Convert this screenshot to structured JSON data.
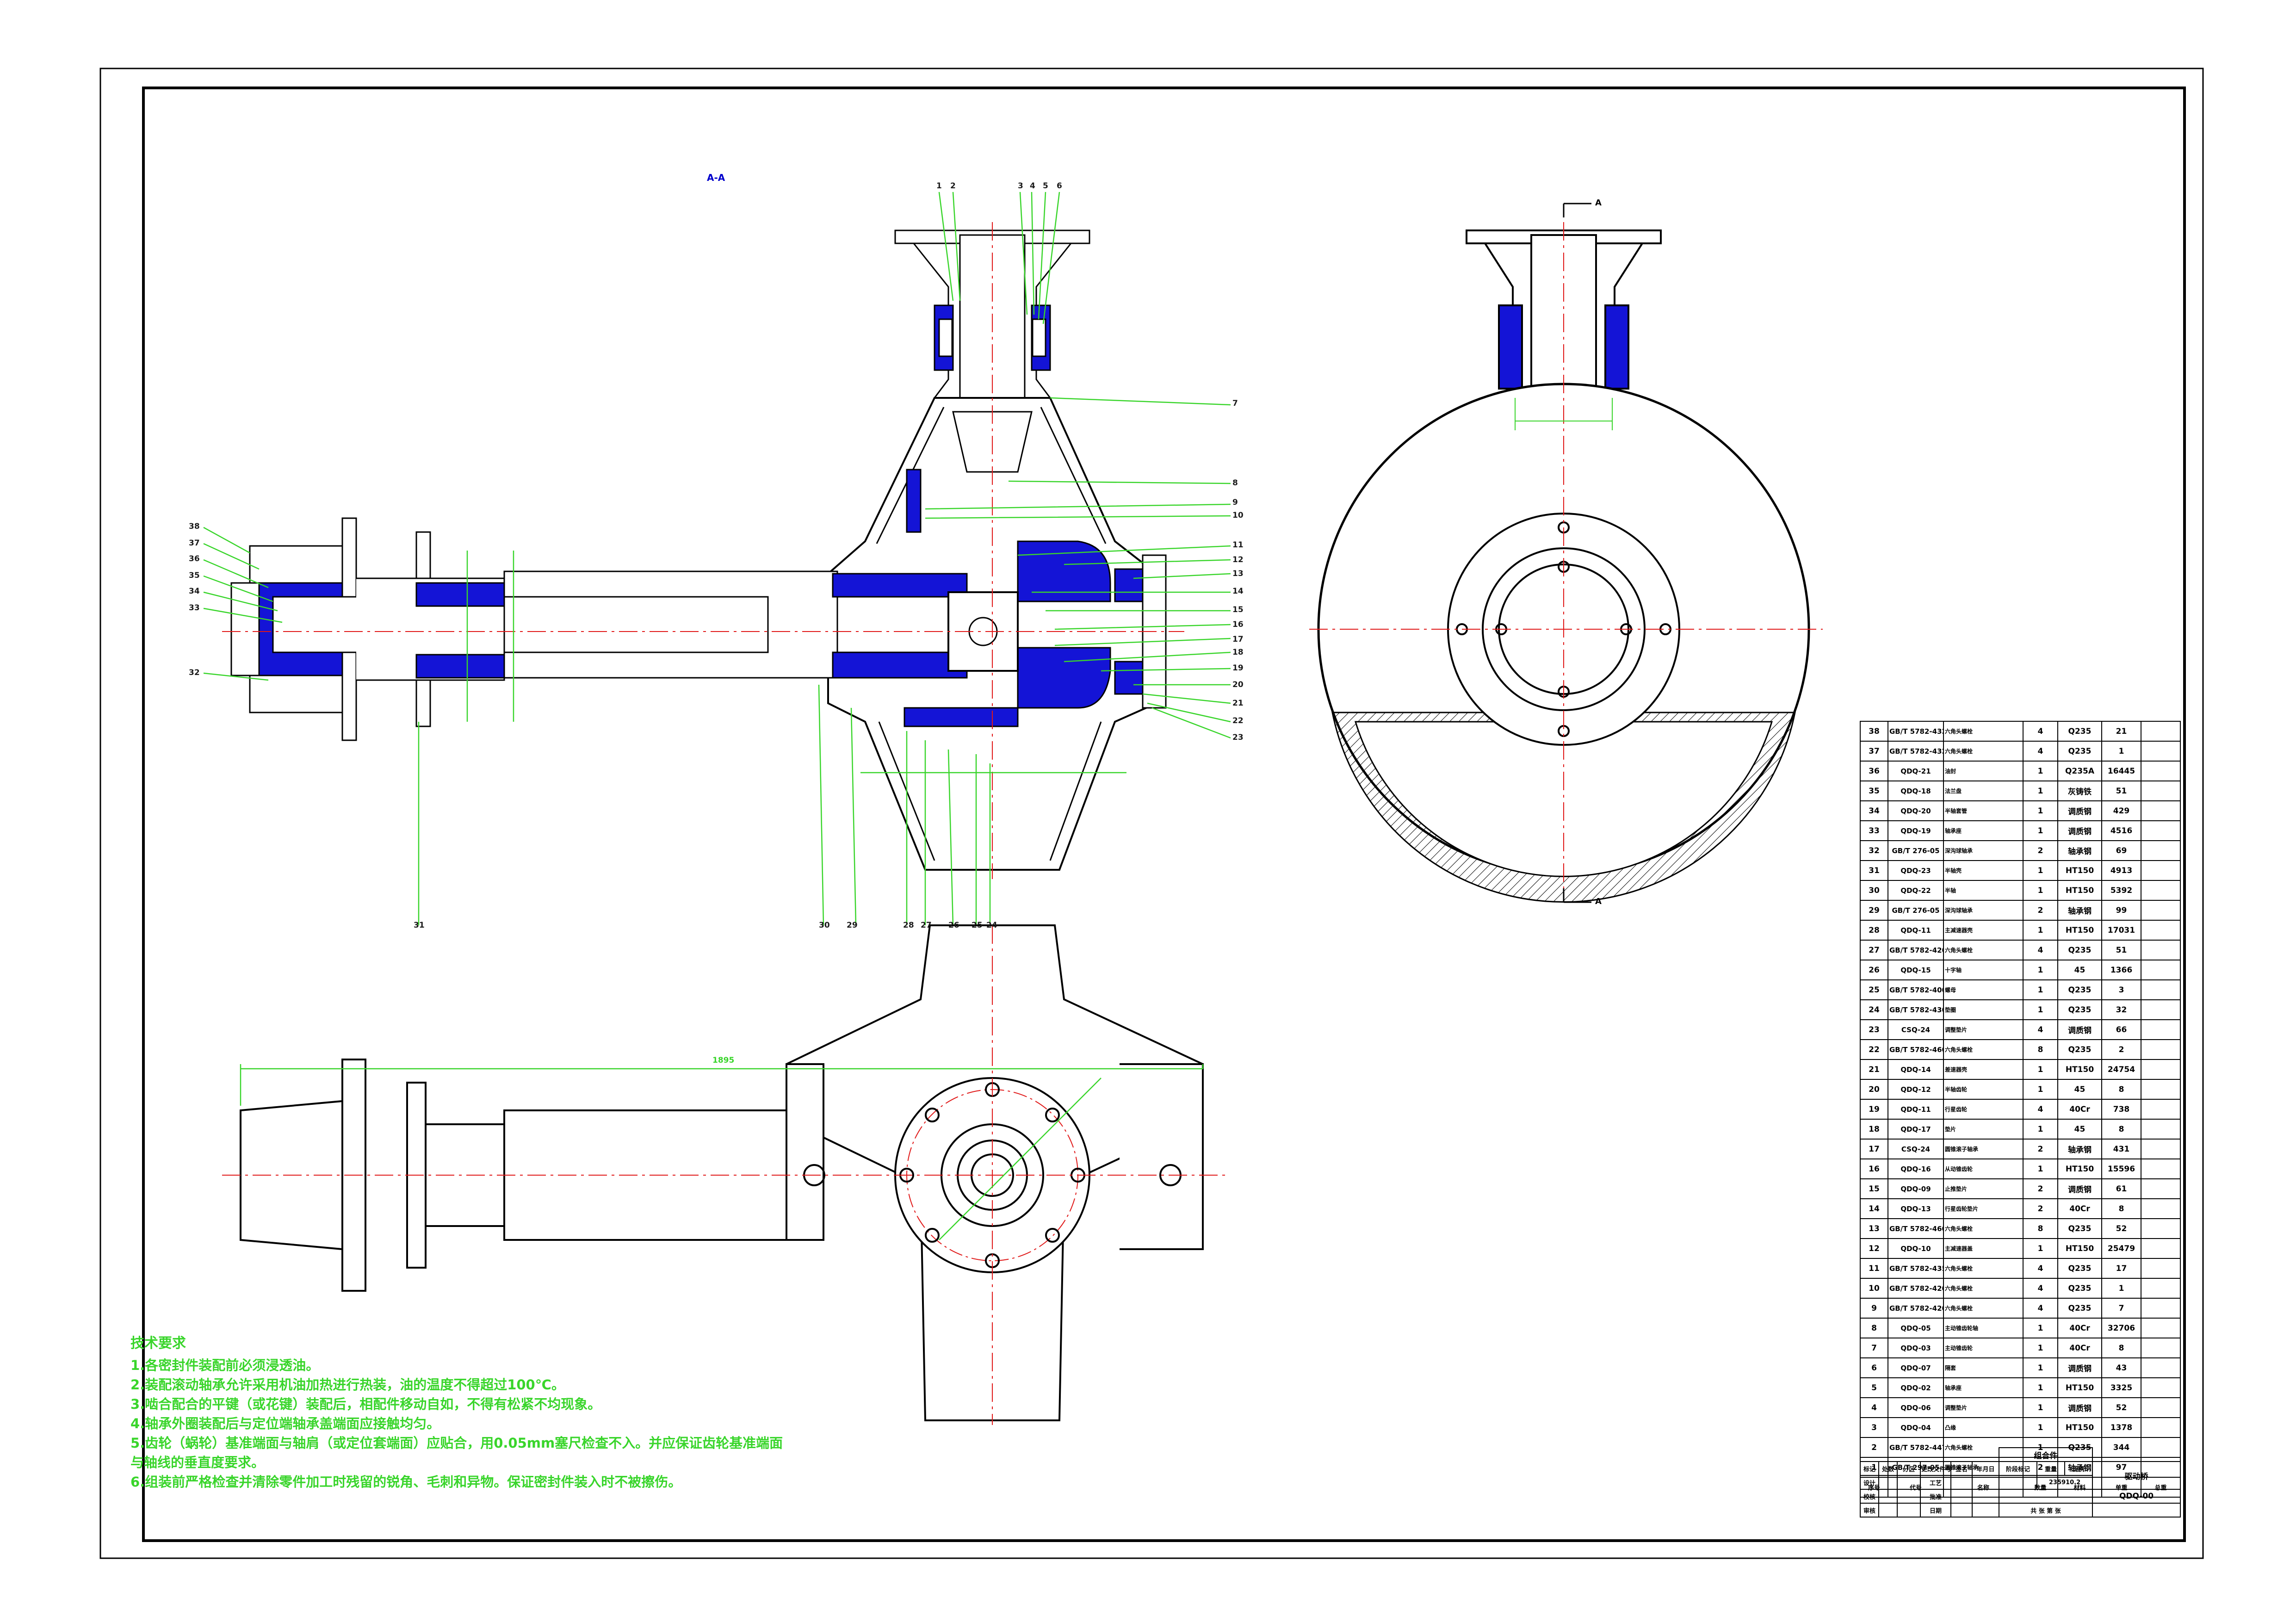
{
  "drawing": {
    "view_label": "A-A",
    "section_marks": [
      "A",
      "A"
    ],
    "overall_dim": "1895",
    "colors": {
      "outline": "#000000",
      "section_fill": "#1414d6",
      "leader": "#39d52b",
      "centerline": "#e01818",
      "background": "#ffffff"
    }
  },
  "callouts_top": [
    "1",
    "2",
    "3",
    "4",
    "5",
    "6"
  ],
  "callouts_right": [
    "7",
    "8",
    "9",
    "10",
    "11",
    "12",
    "13",
    "14",
    "15",
    "16",
    "17",
    "18",
    "19",
    "20",
    "21",
    "22",
    "23"
  ],
  "callouts_left": [
    "38",
    "37",
    "36",
    "35",
    "34",
    "33",
    "32"
  ],
  "callouts_bottom": [
    "31",
    "30",
    "29",
    "28",
    "27",
    "26",
    "25",
    "24"
  ],
  "tech_requirements": {
    "title": "技术要求",
    "lines": [
      "1.各密封件装配前必须浸透油。",
      "2.装配滚动轴承允许采用机油加热进行热装，油的温度不得超过100℃。",
      "3.啮合配合的平键（或花键）装配后，相配件移动自如，不得有松紧不均现象。",
      "4.轴承外圈装配后与定位端轴承盖端面应接触均匀。",
      "5.齿轮（蜗轮）基准端面与轴肩（或定位套端面）应贴合，用0.05mm塞尺检查不入。并应保证齿轮基准端面",
      "与轴线的垂直度要求。",
      "6.组装前严格检查并清除零件加工时残留的锐角、毛刺和异物。保证密封件装入时不被擦伤。"
    ]
  },
  "bom": {
    "header": [
      "序号",
      "代号",
      "名称",
      "数量",
      "材料",
      "单重",
      "总重"
    ],
    "rows": [
      [
        "38",
        "GB/T 5782-432",
        "六角头螺栓",
        "4",
        "Q235",
        "21",
        ""
      ],
      [
        "37",
        "GB/T 5782-432",
        "六角头螺栓",
        "4",
        "Q235",
        "1",
        ""
      ],
      [
        "36",
        "QDQ-21",
        "油封",
        "1",
        "Q235A",
        "16445",
        ""
      ],
      [
        "35",
        "QDQ-18",
        "法兰盘",
        "1",
        "灰铸铁",
        "51",
        ""
      ],
      [
        "34",
        "QDQ-20",
        "半轴套管",
        "1",
        "调质钢",
        "429",
        ""
      ],
      [
        "33",
        "QDQ-19",
        "轴承座",
        "1",
        "调质钢",
        "4516",
        ""
      ],
      [
        "32",
        "GB/T 276-05",
        "深沟球轴承",
        "2",
        "轴承钢",
        "69",
        ""
      ],
      [
        "31",
        "QDQ-23",
        "半轴壳",
        "1",
        "HT150",
        "4913",
        ""
      ],
      [
        "30",
        "QDQ-22",
        "半轴",
        "1",
        "HT150",
        "5392",
        ""
      ],
      [
        "29",
        "GB/T 276-05",
        "深沟球轴承",
        "2",
        "轴承钢",
        "99",
        ""
      ],
      [
        "28",
        "QDQ-11",
        "主减速器壳",
        "1",
        "HT150",
        "17031",
        ""
      ],
      [
        "27",
        "GB/T 5782-420",
        "六角头螺栓",
        "4",
        "Q235",
        "51",
        ""
      ],
      [
        "26",
        "QDQ-15",
        "十字轴",
        "1",
        "45",
        "1366",
        ""
      ],
      [
        "25",
        "GB/T 5782-400",
        "螺母",
        "1",
        "Q235",
        "3",
        ""
      ],
      [
        "24",
        "GB/T 5782-430",
        "垫圈",
        "1",
        "Q235",
        "32",
        ""
      ],
      [
        "23",
        "CSQ-24",
        "调整垫片",
        "4",
        "调质钢",
        "66",
        ""
      ],
      [
        "22",
        "GB/T 5782-460",
        "六角头螺栓",
        "8",
        "Q235",
        "2",
        ""
      ],
      [
        "21",
        "QDQ-14",
        "差速器壳",
        "1",
        "HT150",
        "24754",
        ""
      ],
      [
        "20",
        "QDQ-12",
        "半轴齿轮",
        "1",
        "45",
        "8",
        ""
      ],
      [
        "19",
        "QDQ-11",
        "行星齿轮",
        "4",
        "40Cr",
        "738",
        ""
      ],
      [
        "18",
        "QDQ-17",
        "垫片",
        "1",
        "45",
        "8",
        ""
      ],
      [
        "17",
        "CSQ-24",
        "圆锥滚子轴承",
        "2",
        "轴承钢",
        "431",
        ""
      ],
      [
        "16",
        "QDQ-16",
        "从动锥齿轮",
        "1",
        "HT150",
        "15596",
        ""
      ],
      [
        "15",
        "QDQ-09",
        "止推垫片",
        "2",
        "调质钢",
        "61",
        ""
      ],
      [
        "14",
        "QDQ-13",
        "行星齿轮垫片",
        "2",
        "40Cr",
        "8",
        ""
      ],
      [
        "13",
        "GB/T 5782-460",
        "六角头螺栓",
        "8",
        "Q235",
        "52",
        ""
      ],
      [
        "12",
        "QDQ-10",
        "主减速器盖",
        "1",
        "HT150",
        "25479",
        ""
      ],
      [
        "11",
        "GB/T 5782-435",
        "六角头螺栓",
        "4",
        "Q235",
        "17",
        ""
      ],
      [
        "10",
        "GB/T 5782-420",
        "六角头螺栓",
        "4",
        "Q235",
        "1",
        ""
      ],
      [
        "9",
        "GB/T 5782-420",
        "六角头螺栓",
        "4",
        "Q235",
        "7",
        ""
      ],
      [
        "8",
        "QDQ-05",
        "主动锥齿轮轴",
        "1",
        "40Cr",
        "32706",
        ""
      ],
      [
        "7",
        "QDQ-03",
        "主动锥齿轮",
        "1",
        "40Cr",
        "8",
        ""
      ],
      [
        "6",
        "QDQ-07",
        "隔套",
        "1",
        "调质钢",
        "43",
        ""
      ],
      [
        "5",
        "QDQ-02",
        "轴承座",
        "1",
        "HT150",
        "3325",
        ""
      ],
      [
        "4",
        "QDQ-06",
        "调整垫片",
        "1",
        "调质钢",
        "52",
        ""
      ],
      [
        "3",
        "QDQ-04",
        "凸缘",
        "1",
        "HT150",
        "1378",
        ""
      ],
      [
        "2",
        "GB/T 5782-447",
        "六角头螺栓",
        "1",
        "Q235",
        "344",
        ""
      ],
      [
        "1",
        "GB/T 297-05",
        "圆锥滚子轴承",
        "2",
        "轴承钢",
        "97",
        ""
      ]
    ]
  },
  "title_block": {
    "assembly": "组合件",
    "drawing_name": "驱动桥",
    "drawing_no": "QDQ-00",
    "scale_label": "比例",
    "stage_mark": "阶段标记",
    "weight_label": "重量",
    "weight_value": "235910.2",
    "sheet": "共 张 第 张",
    "row_labels": [
      "标记",
      "处数",
      "分区",
      "更改文件号",
      "签名",
      "年月日"
    ],
    "people": [
      "设计",
      "校核",
      "审核",
      "工艺",
      "批准",
      "日期"
    ]
  }
}
